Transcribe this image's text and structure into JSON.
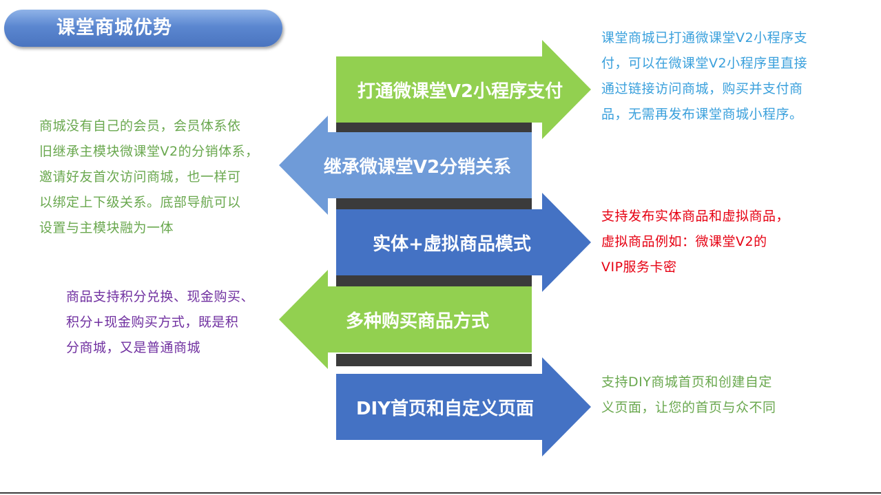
{
  "title": "课堂商城优势",
  "colors": {
    "green": "#92d050",
    "blue_light": "#6f9bd8",
    "blue_dark": "#4472c4",
    "text_blue": "#3aa0dc",
    "text_green": "#6aa84f",
    "text_red": "#e60012",
    "text_purple": "#7030a0"
  },
  "arrows": [
    {
      "label": "打通微课堂V2小程序支付",
      "direction": "right",
      "color": "green"
    },
    {
      "label": "继承微课堂V2分销关系",
      "direction": "left",
      "color": "blue_light"
    },
    {
      "label": "实体+虚拟商品模式",
      "direction": "right",
      "color": "blue_dark"
    },
    {
      "label": "多种购买商品方式",
      "direction": "left",
      "color": "green"
    },
    {
      "label": "DIY首页和自定义页面",
      "direction": "right",
      "color": "blue_dark"
    }
  ],
  "descriptions": [
    {
      "lines": [
        "课堂商城已打通微课堂V2小程序支",
        "付，可以在微课堂V2小程序里直接",
        "通过链接访问商城，购买并支付商",
        "品，无需再发布课堂商城小程序。"
      ],
      "color": "text_blue"
    },
    {
      "lines": [
        "商城没有自己的会员，会员体系依",
        "旧继承主模块微课堂V2的分销体系，",
        "邀请好友首次访问商城，也一样可",
        "以绑定上下级关系。底部导航可以",
        "设置与主模块融为一体"
      ],
      "color": "text_green"
    },
    {
      "lines": [
        "支持发布实体商品和虚拟商品，",
        "虚拟商品例如：微课堂V2的",
        "VIP服务卡密"
      ],
      "color": "text_red"
    },
    {
      "lines": [
        "商品支持积分兑换、现金购买、",
        "积分+现金购买方式，既是积",
        "分商城，又是普通商城"
      ],
      "color": "text_purple"
    },
    {
      "lines": [
        "支持DIY商城首页和创建自定",
        "义页面，让您的首页与众不同"
      ],
      "color": "text_green"
    }
  ]
}
